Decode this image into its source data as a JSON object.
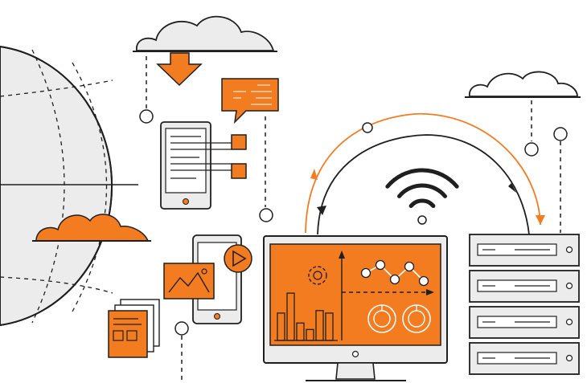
{
  "palette": {
    "accent": "#f47c20",
    "ink": "#1f1f1f",
    "light_gray": "#ececec",
    "mid_gray": "#d9d9d9",
    "white": "#ffffff"
  },
  "scene": {
    "elements": [
      "globe-icon",
      "cloud-icon",
      "download-arrow-icon",
      "chat-bubble-icon",
      "tablet-icon",
      "phone-icon",
      "play-icon",
      "image-icon",
      "documents-icon",
      "monitor-icon",
      "gear-icon",
      "bar-chart-icon",
      "line-chart-icon",
      "donut-chart-icon",
      "wifi-icon",
      "server-rack-icon",
      "sync-arrows-icon"
    ],
    "monitor_bar_levels": [
      0.55,
      0.95,
      0.35,
      0.22,
      0.6,
      0.55
    ],
    "monitor_line_points": [
      0.55,
      0.3,
      0.75,
      0.35,
      0.8
    ],
    "wifi_arcs": 3,
    "server_units": 4
  }
}
